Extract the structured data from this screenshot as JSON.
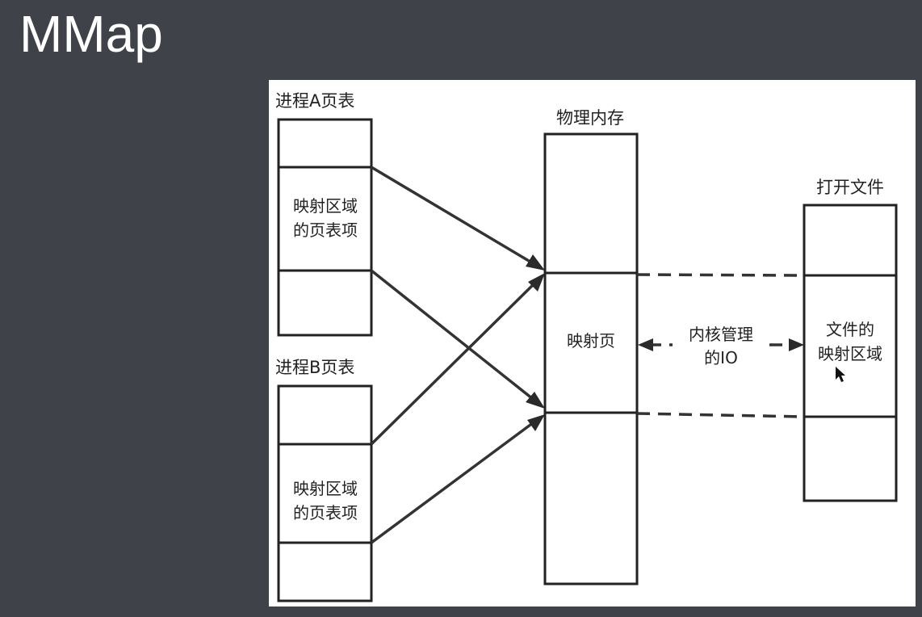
{
  "slide": {
    "title": "MMap"
  },
  "diagram": {
    "process_a": {
      "title": "进程A页表",
      "mapped_region_line1": "映射区域",
      "mapped_region_line2": "的页表项"
    },
    "process_b": {
      "title": "进程B页表",
      "mapped_region_line1": "映射区域",
      "mapped_region_line2": "的页表项"
    },
    "physical_memory": {
      "title": "物理内存",
      "mapped_page": "映射页"
    },
    "kernel_io": {
      "line1": "内核管理",
      "line2": "的IO"
    },
    "open_file": {
      "title": "打开文件",
      "mapped_region_line1": "文件的",
      "mapped_region_line2": "映射区域"
    }
  },
  "colors": {
    "background": "#3f4249",
    "panel": "#ffffff",
    "stroke": "#222222",
    "title_text": "#ffffff"
  }
}
